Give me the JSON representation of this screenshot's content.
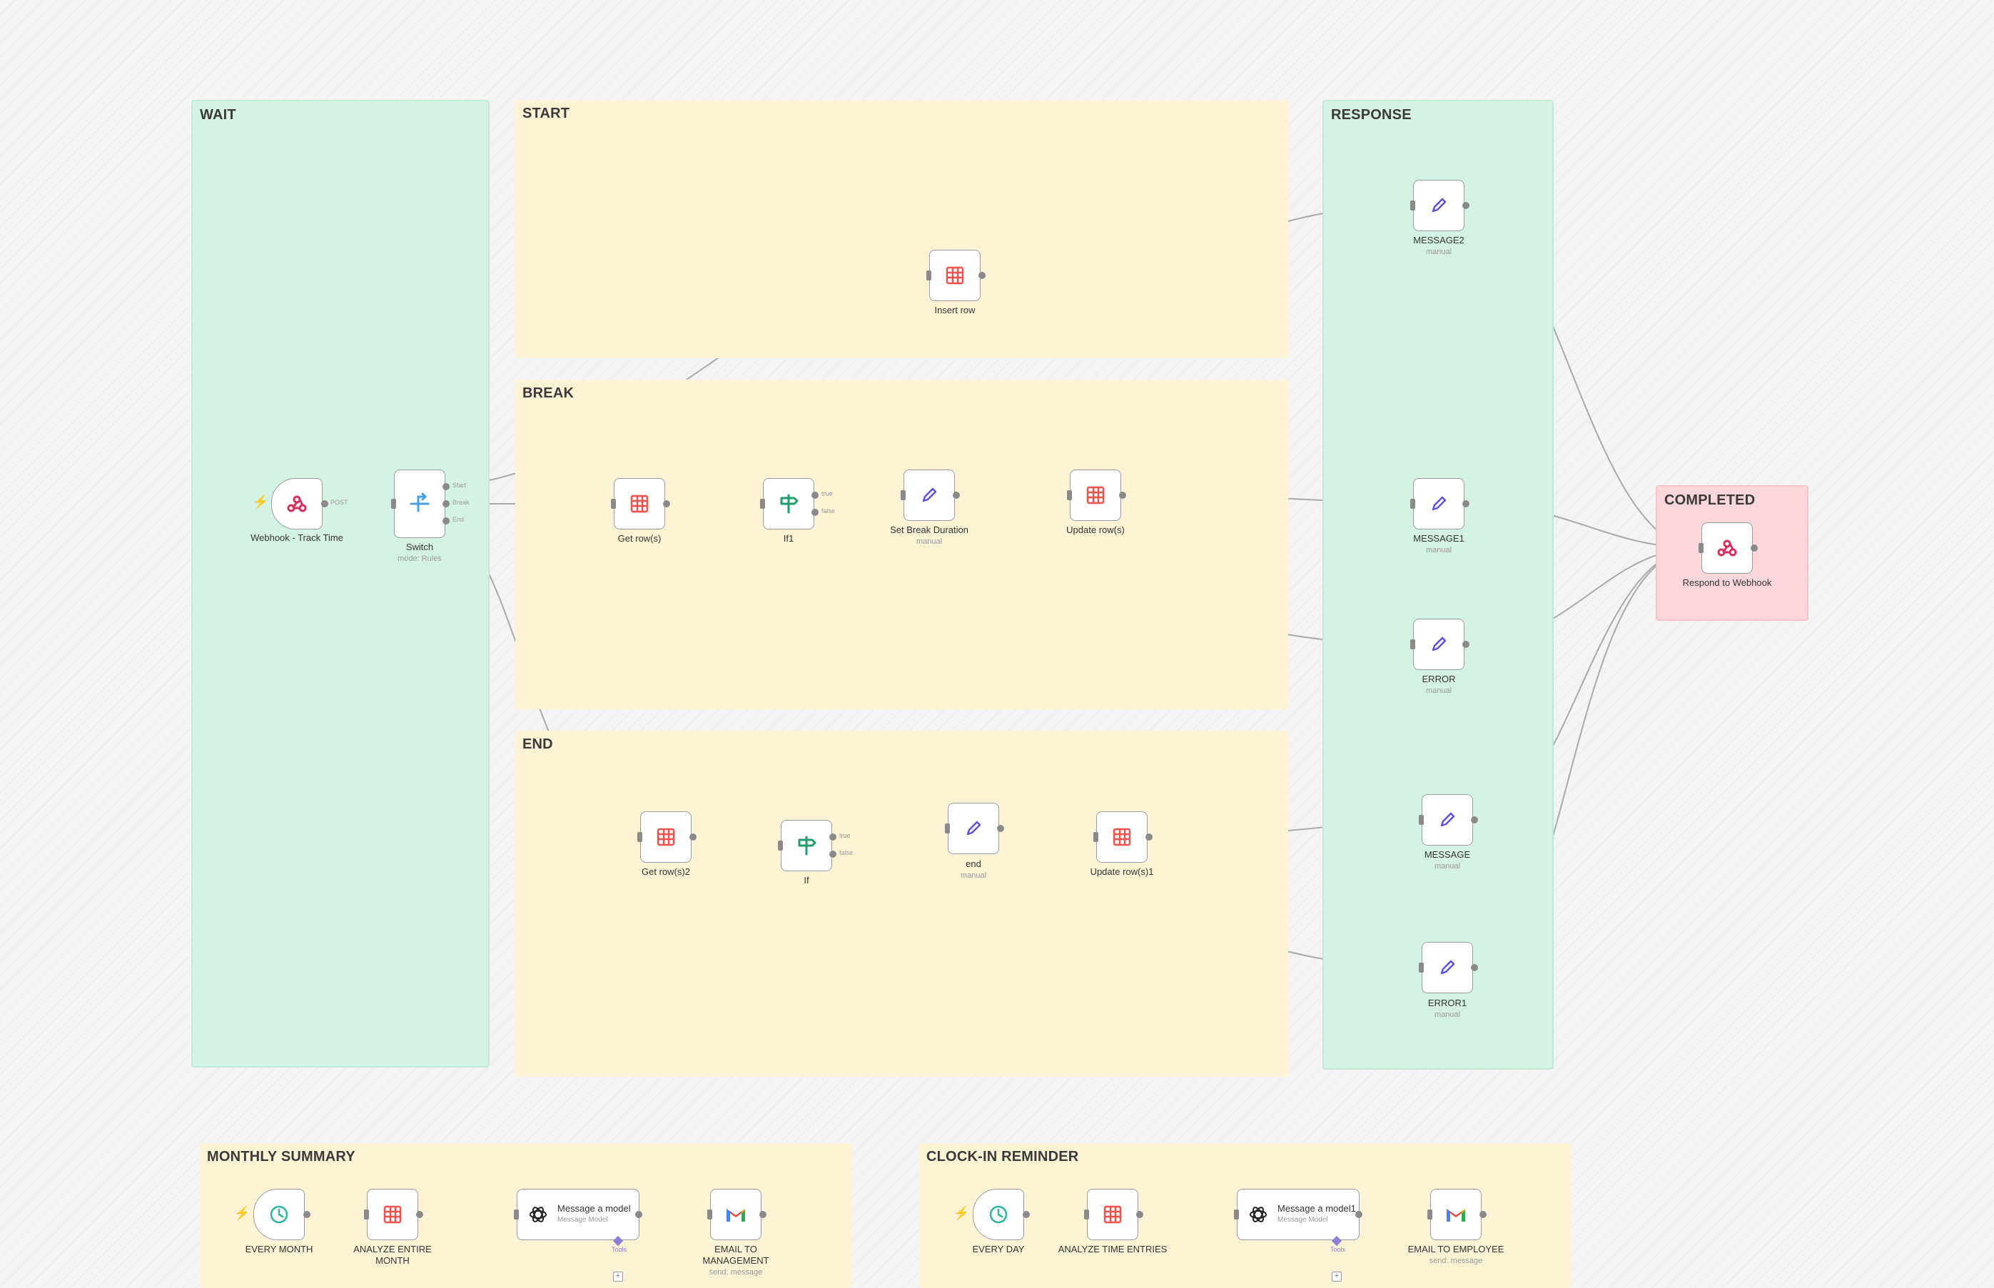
{
  "groups": {
    "wait": "WAIT",
    "start": "START",
    "break": "BREAK",
    "end": "END",
    "response": "RESPONSE",
    "completed": "COMPLETED",
    "monthly_summary": "MONTHLY SUMMARY",
    "clockin_reminder": "CLOCK-IN REMINDER"
  },
  "nodes": {
    "webhook": {
      "label": "Webhook - Track Time",
      "port_out": "POST"
    },
    "switch": {
      "label": "Switch",
      "sub": "mode: Rules",
      "out1": "Start",
      "out2": "Break",
      "out3": "End"
    },
    "insert_row": {
      "label": "Insert row"
    },
    "get_rows": {
      "label": "Get row(s)"
    },
    "if1": {
      "label": "If1",
      "true": "true",
      "false": "false"
    },
    "set_break": {
      "label": "Set Break Duration",
      "sub": "manual"
    },
    "update_rows": {
      "label": "Update row(s)"
    },
    "get_rows2": {
      "label": "Get row(s)2"
    },
    "if": {
      "label": "If",
      "true": "true",
      "false": "false"
    },
    "end": {
      "label": "end",
      "sub": "manual"
    },
    "update_rows1": {
      "label": "Update row(s)1"
    },
    "message2": {
      "label": "MESSAGE2",
      "sub": "manual"
    },
    "message1": {
      "label": "MESSAGE1",
      "sub": "manual"
    },
    "error": {
      "label": "ERROR",
      "sub": "manual"
    },
    "message": {
      "label": "MESSAGE",
      "sub": "manual"
    },
    "error1": {
      "label": "ERROR1",
      "sub": "manual"
    },
    "respond": {
      "label": "Respond to Webhook"
    },
    "every_month": {
      "label": "EVERY MONTH"
    },
    "analyze_month": {
      "label": "ANALYZE ENTIRE MONTH"
    },
    "message_model": {
      "title": "Message a model",
      "sub": "Message Model",
      "tools": "Tools"
    },
    "email_mgmt": {
      "label": "EMAIL TO MANAGEMENT",
      "sub": "send: message"
    },
    "every_day": {
      "label": "EVERY DAY"
    },
    "analyze_time": {
      "label": "ANALYZE TIME ENTRIES"
    },
    "message_model1": {
      "title": "Message a model1",
      "sub": "Message Model",
      "tools": "Tools"
    },
    "email_employee": {
      "label": "EMAIL TO EMPLOYEE",
      "sub": "send: message"
    }
  },
  "colors": {
    "sheets_red": "#f0524d",
    "edit_purple": "#5b52e0",
    "if_green": "#1f9e6b",
    "switch_blue": "#4a9fe8",
    "webhook_pink": "#d8315b",
    "schedule_teal": "#2bb59a",
    "wire": "#a0a0a6"
  }
}
